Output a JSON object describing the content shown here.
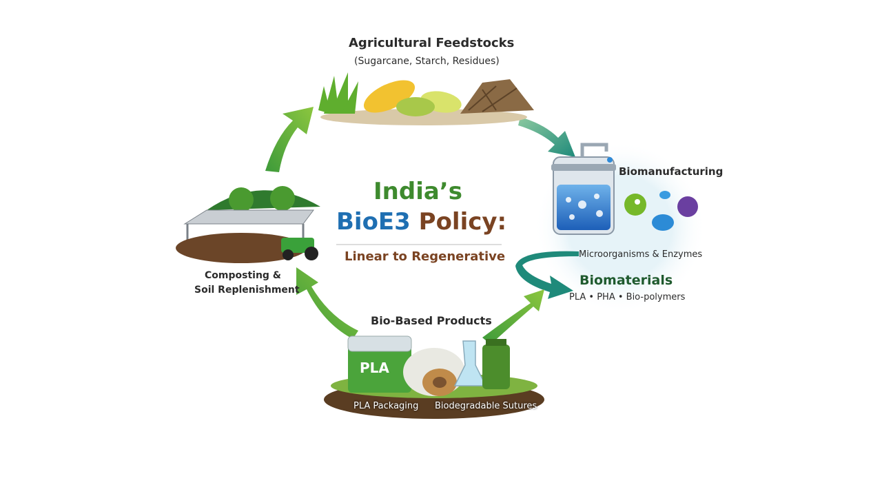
{
  "title": {
    "line1": "India’s",
    "line2a": "BioE3",
    "line2b": "Policy:",
    "subtitle": "Linear to Regenerative"
  },
  "stages": {
    "feedstocks": {
      "title": "Agricultural Feedstocks",
      "subtitle": "(Sugarcane, Starch, Residues)"
    },
    "biomanufacturing": {
      "title": "Biomanufacturing",
      "caption": "Microorganisms & Enzymes"
    },
    "biomaterials": {
      "title": "Biomaterials",
      "subtitle": "PLA • PHA • Bio-polymers"
    },
    "products": {
      "title": "Bio-Based Products",
      "label_left": "PLA Packaging",
      "label_right": "Biodegradable Sutures",
      "box_label": "PLA"
    },
    "composting": {
      "line1": "Composting &",
      "line2": "Soil Replenishment"
    }
  },
  "colors": {
    "green": "#3e8a2e",
    "blue": "#1f6fb2",
    "brown": "#7a4322",
    "teal": "#1f8a7a",
    "arrow_green": "#5aaa34"
  }
}
